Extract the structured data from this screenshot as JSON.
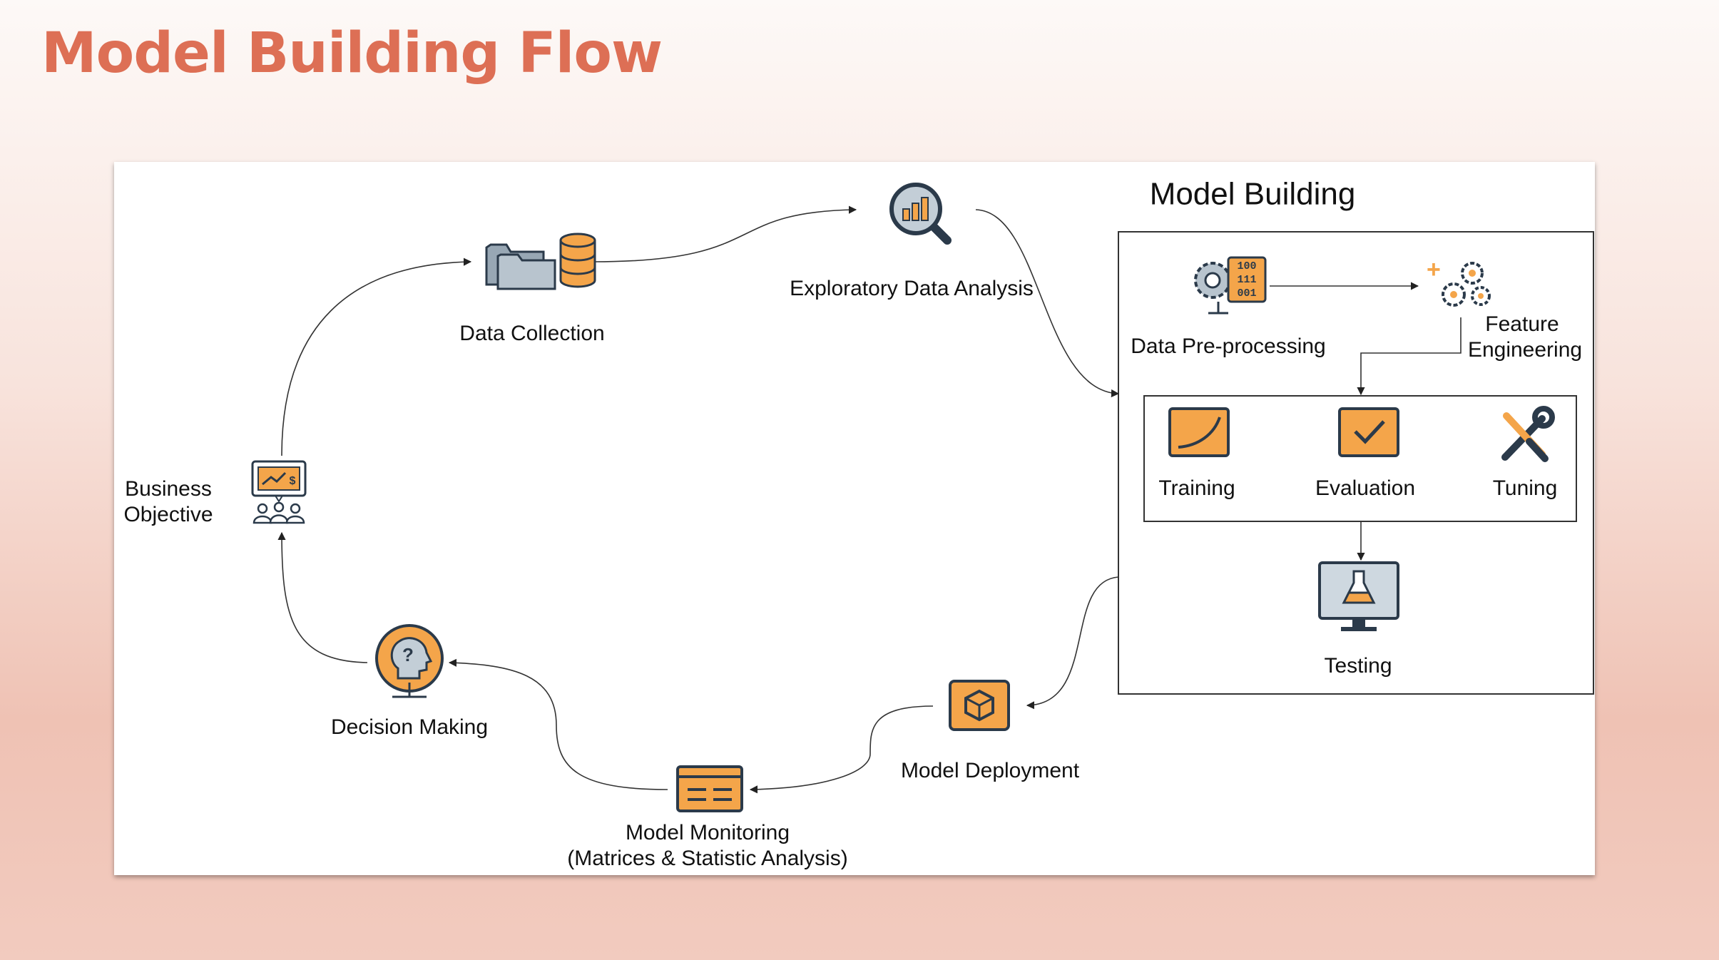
{
  "page": {
    "title": "Model Building Flow"
  },
  "diagram": {
    "group_title": "Model Building",
    "nodes": {
      "data_collection": "Data Collection",
      "eda": "Exploratory Data Analysis",
      "preprocessing": "Data Pre-processing",
      "feature_engineering": [
        "Feature",
        "Engineering"
      ],
      "training": "Training",
      "evaluation": "Evaluation",
      "tuning": "Tuning",
      "testing": "Testing",
      "deployment": "Model Deployment",
      "monitoring": [
        "Model Monitoring",
        "(Matrices & Statistic Analysis)"
      ],
      "decision": "Decision Making",
      "business": [
        "Business",
        "Objective"
      ]
    },
    "binary_digits": [
      "100",
      "111",
      "001"
    ],
    "colors": {
      "accent": "#f4a54a",
      "icon_gray": "#98a7b4",
      "outline": "#2b3a4a",
      "title": "#dd6f55"
    }
  }
}
